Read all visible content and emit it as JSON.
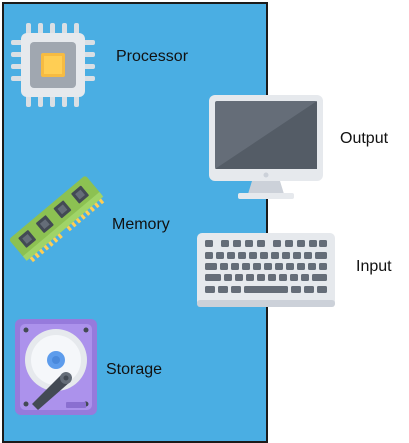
{
  "diagram": {
    "labels": {
      "processor": "Processor",
      "memory": "Memory",
      "storage": "Storage",
      "output": "Output",
      "input": "Input"
    },
    "colors": {
      "panel_background": "#4aaee3",
      "panel_border": "#1b1b1b"
    },
    "icons": [
      "processor-chip-icon",
      "memory-ram-icon",
      "hard-disk-storage-icon",
      "monitor-output-icon",
      "keyboard-input-icon"
    ]
  }
}
